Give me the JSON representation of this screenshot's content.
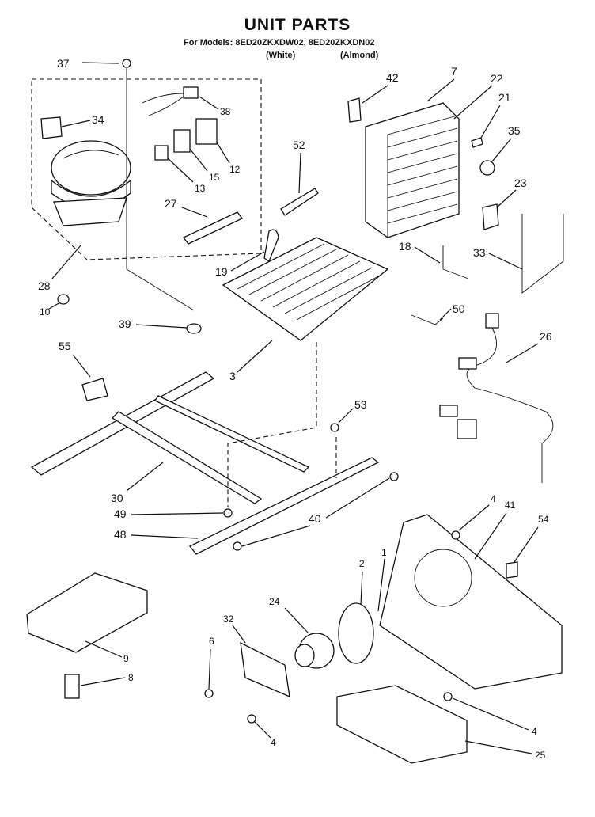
{
  "title": "UNIT PARTS",
  "models_line": "For Models: 8ED20ZKXDW02, 8ED20ZKXDN02",
  "variants": [
    "(White)",
    "(Almond)"
  ],
  "callouts": [
    "37",
    "42",
    "7",
    "22",
    "21",
    "34",
    "38",
    "35",
    "52",
    "12",
    "15",
    "13",
    "23",
    "27",
    "18",
    "33",
    "19",
    "28",
    "10",
    "39",
    "50",
    "55",
    "26",
    "3",
    "53",
    "30",
    "49",
    "40",
    "48",
    "4",
    "41",
    "54",
    "1",
    "2",
    "24",
    "32",
    "6",
    "9",
    "8",
    "25"
  ]
}
